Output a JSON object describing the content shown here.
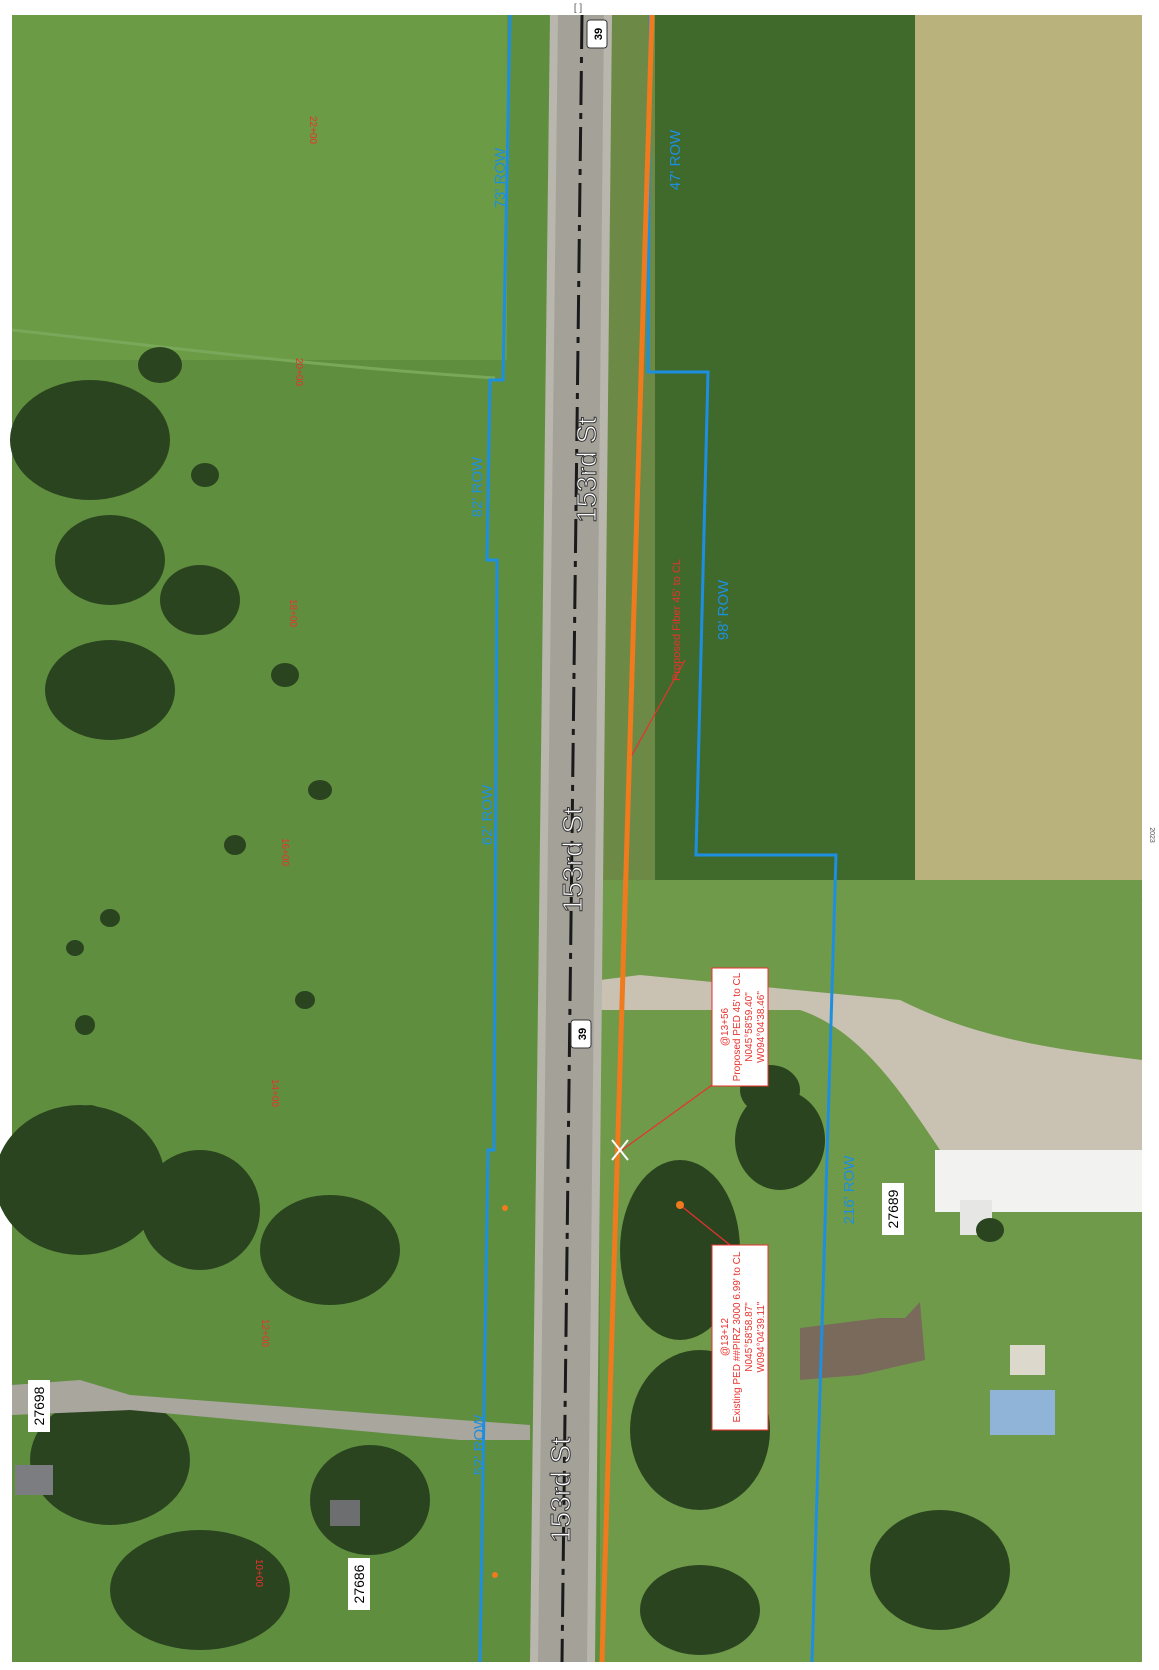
{
  "road": {
    "name_label": "153rd St",
    "route_shield": "39",
    "centerline_color": "#1a1a1a",
    "pavement_color": "#b9b6ad"
  },
  "row_labels": [
    "73' ROW",
    "82' ROW",
    "62' ROW",
    "52' ROW",
    "47' ROW",
    "98' ROW",
    "216' ROW"
  ],
  "stations": [
    "22+00",
    "20+00",
    "18+00",
    "16+00",
    "14+00",
    "12+00",
    "10+00"
  ],
  "addresses": [
    "27698",
    "27686",
    "27689"
  ],
  "annotations": {
    "fiber_label": "Proposed Fiber 45' to CL",
    "proposed_ped": {
      "lines": [
        "@13+56",
        "Proposed PED 45' to CL",
        "N045°58'59.40\"",
        "W094°04'38.46\""
      ]
    },
    "existing_ped": {
      "lines": [
        "@13+12",
        "Existing PED ##PIRZ 3000 6.99' to CL",
        "N045°58'58.87\"",
        "W094°04'39.11\""
      ]
    }
  },
  "colors": {
    "row_line": "#1e8fe0",
    "row_text": "#1e8fe0",
    "fiber_line": "#f07a1e",
    "annotation_red": "#e8322d",
    "grass": "#5f8f3e",
    "corn": "#3f6a2c",
    "stubble": "#b9b27c",
    "trees": "#2a4420",
    "gravel": "#c9c2b2"
  },
  "corner_tick": "[ ]",
  "bottom_mark": "2023"
}
